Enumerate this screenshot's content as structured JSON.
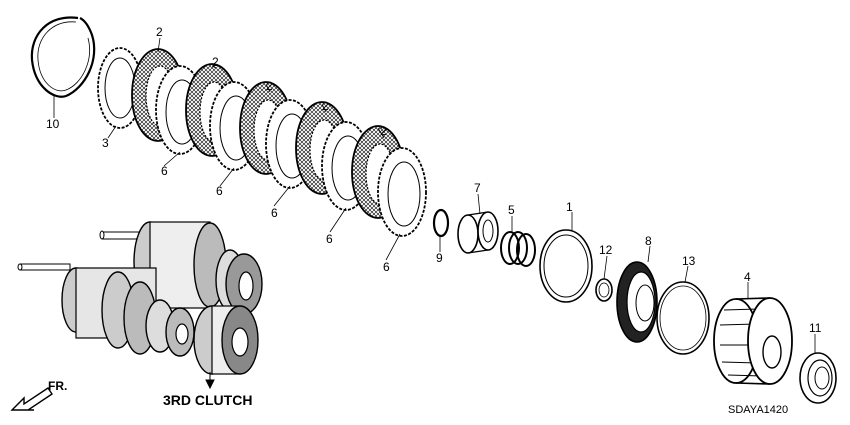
{
  "callouts": [
    "1",
    "2",
    "3",
    "4",
    "5",
    "6",
    "7",
    "8",
    "9",
    "10",
    "11",
    "12",
    "13"
  ],
  "assembly_title": "3RD CLUTCH",
  "diagram_code": "SDAYA1420",
  "direction_label": "FR."
}
